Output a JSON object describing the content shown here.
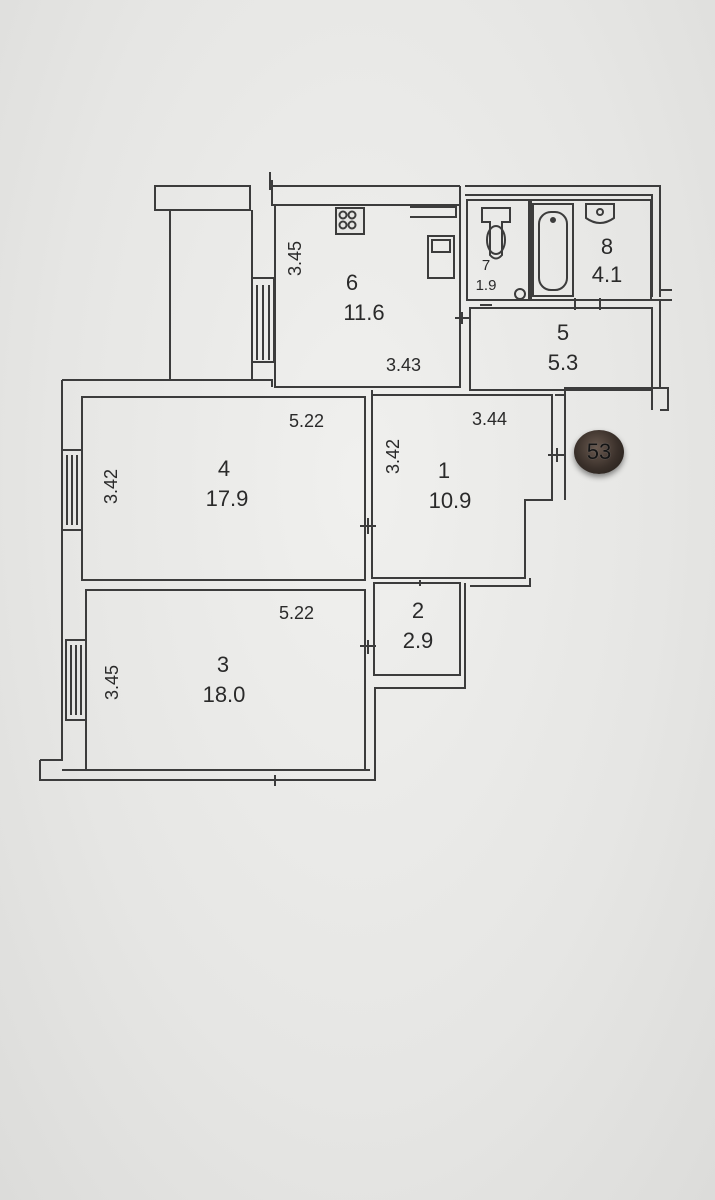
{
  "badge": "53",
  "rooms": [
    {
      "number": "6",
      "area": "11.6"
    },
    {
      "number": "7",
      "area": "1.9"
    },
    {
      "number": "8",
      "area": "4.1"
    },
    {
      "number": "5",
      "area": "5.3"
    },
    {
      "number": "4",
      "area": "17.9"
    },
    {
      "number": "1",
      "area": "10.9"
    },
    {
      "number": "2",
      "area": "2.9"
    },
    {
      "number": "3",
      "area": "18.0"
    }
  ],
  "dimensions": {
    "kitchen_vertical": "3.45",
    "kitchen_horizontal": "3.43",
    "room4_horizontal": "5.22",
    "room4_vertical": "3.42",
    "room1_vertical": "3.42",
    "room1_horizontal": "3.44",
    "room3_horizontal": "5.22",
    "room3_vertical": "3.45"
  },
  "colors": {
    "paper": "#e6e6e4",
    "ink": "#3a3a3a",
    "badge": "#3a302a"
  }
}
